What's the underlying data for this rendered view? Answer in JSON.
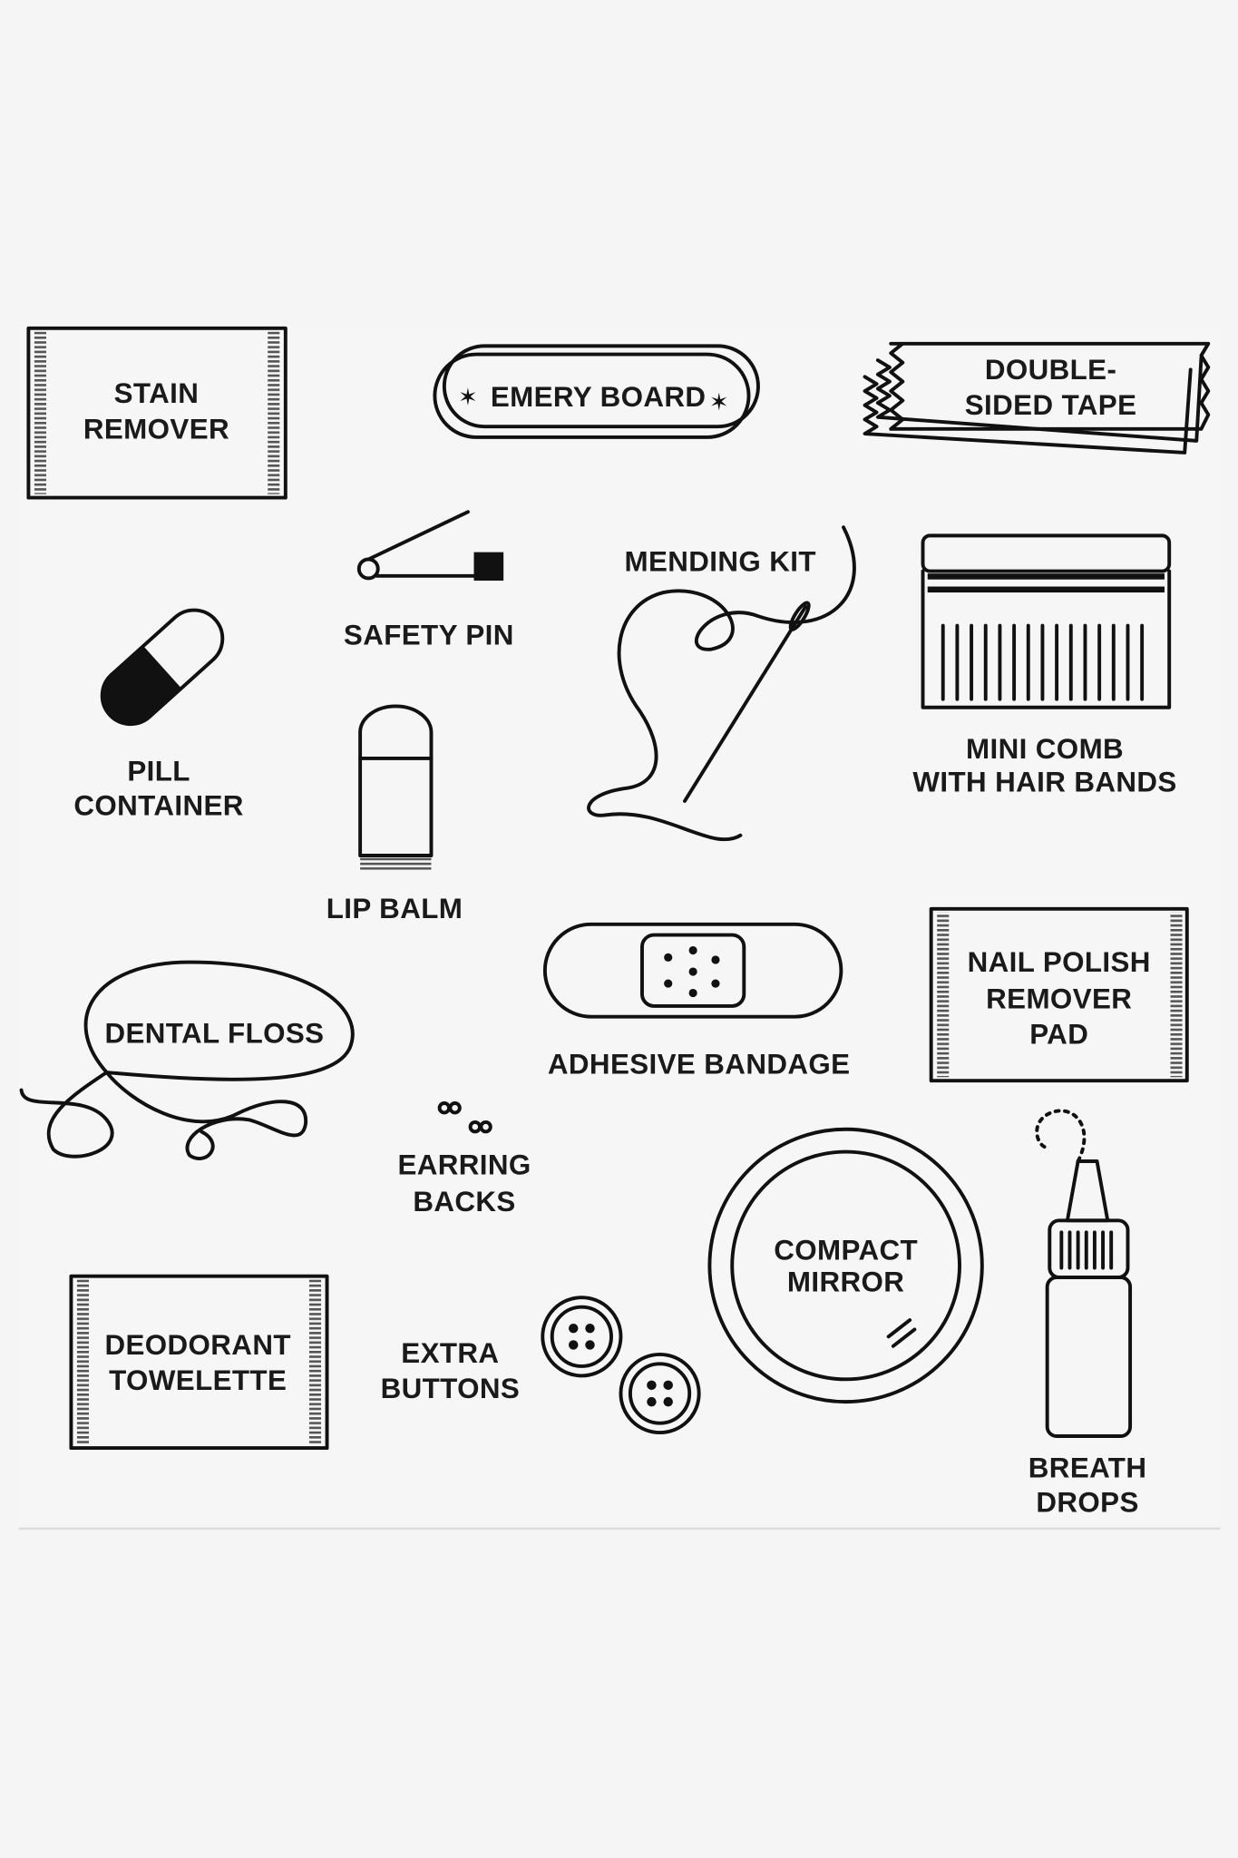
{
  "items": {
    "stain_remover": [
      "STAIN",
      "REMOVER"
    ],
    "emery_board": "EMERY BOARD",
    "double_sided_tape": [
      "DOUBLE-",
      "SIDED TAPE"
    ],
    "safety_pin": "SAFETY PIN",
    "mending_kit": "MENDING KIT",
    "mini_comb": [
      "MINI COMB",
      "WITH HAIR BANDS"
    ],
    "pill_container": [
      "PILL",
      "CONTAINER"
    ],
    "lip_balm": "LIP BALM",
    "adhesive_bandage": "ADHESIVE BANDAGE",
    "nail_polish_remover_pad": [
      "NAIL POLISH",
      "REMOVER",
      "PAD"
    ],
    "dental_floss": "DENTAL FLOSS",
    "earring_backs": [
      "EARRING",
      "BACKS"
    ],
    "compact_mirror": [
      "COMPACT",
      "MIRROR"
    ],
    "breath_drops": [
      "BREATH",
      "DROPS"
    ],
    "deodorant_towelette": [
      "DEODORANT",
      "TOWELETTE"
    ],
    "extra_buttons": [
      "EXTRA",
      "BUTTONS"
    ]
  }
}
